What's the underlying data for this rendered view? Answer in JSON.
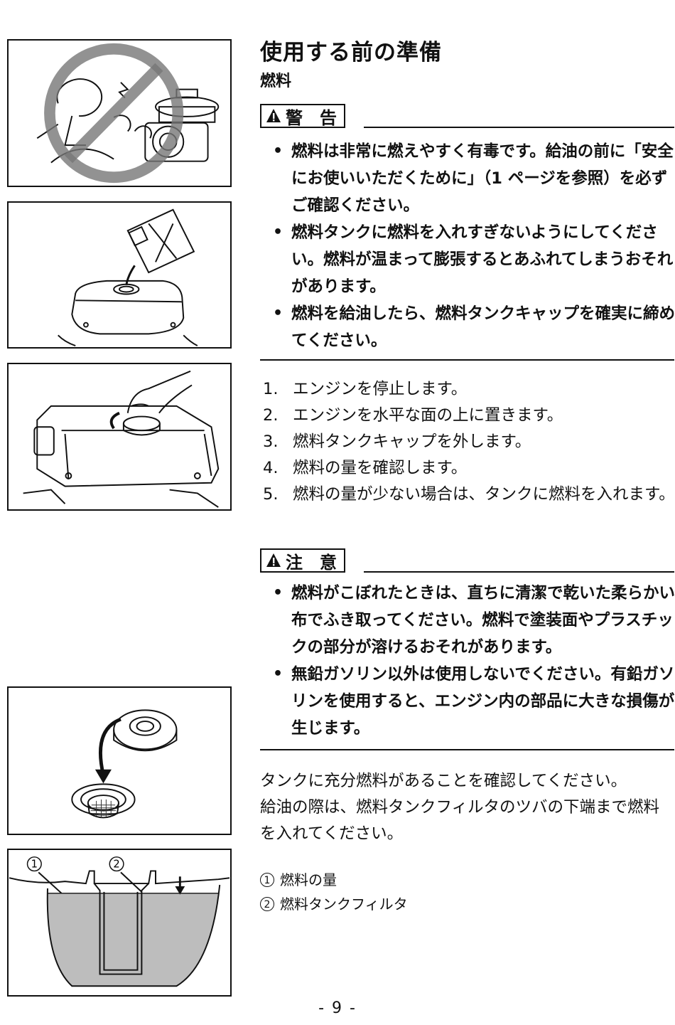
{
  "section": {
    "title": "使用する前の準備",
    "subtitle": "燃料"
  },
  "warning": {
    "label": "警　告",
    "items": [
      "燃料は非常に燃えやすく有毒です。給油の前に「安全にお使いいただくために」（1 ページを参照）を必ずご確認ください。",
      "燃料タンクに燃料を入れすぎないようにしてください。燃料が温まって膨張するとあふれてしまうおそれがあります。",
      "燃料を給油したら、燃料タンクキャップを確実に締めてください。"
    ]
  },
  "steps": [
    {
      "num": "1.",
      "text": "エンジンを停止します。"
    },
    {
      "num": "2.",
      "text": "エンジンを水平な面の上に置きます。"
    },
    {
      "num": "3.",
      "text": "燃料タンクキャップを外します。"
    },
    {
      "num": "4.",
      "text": "燃料の量を確認します。"
    },
    {
      "num": "5.",
      "text": "燃料の量が少ない場合は、タンクに燃料を入れます。"
    }
  ],
  "caution": {
    "label": "注　意",
    "items": [
      "燃料がこぼれたときは、直ちに清潔で乾いた柔らかい布でふき取ってください。燃料で塗装面やプラスチックの部分が溶けるおそれがあります。",
      "無鉛ガソリン以外は使用しないでください。有鉛ガソリンを使用すると、エンジン内の部品に大きな損傷が生じます。"
    ]
  },
  "note": {
    "line1": "タンクに充分燃料があることを確認してください。",
    "line2": "給油の際は、燃料タンクフィルタのツバの下端まで燃料を入れてください。"
  },
  "legend": [
    {
      "marker": "1",
      "text": "燃料の量"
    },
    {
      "marker": "2",
      "text": "燃料タンクフィルタ"
    }
  ],
  "figure_labels": {
    "a": "1",
    "b": "2"
  },
  "page_number": "- 9 -"
}
